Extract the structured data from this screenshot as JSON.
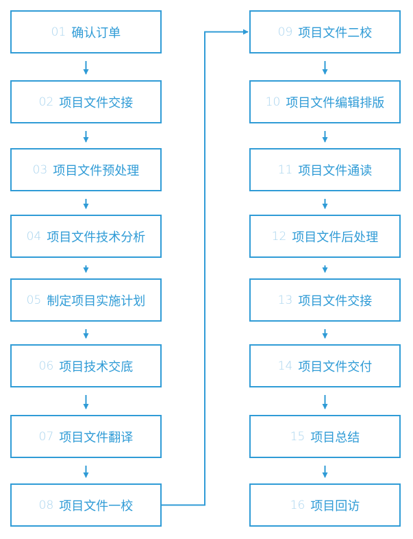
{
  "colors": {
    "accent": "#2f9bd6",
    "number": "#a9d4ee",
    "background": "#ffffff"
  },
  "steps": [
    {
      "num": "01",
      "label": "确认订单"
    },
    {
      "num": "02",
      "label": "项目文件交接"
    },
    {
      "num": "03",
      "label": "项目文件预处理"
    },
    {
      "num": "04",
      "label": "项目文件技术分析"
    },
    {
      "num": "05",
      "label": "制定项目实施计划"
    },
    {
      "num": "06",
      "label": "项目技术交底"
    },
    {
      "num": "07",
      "label": "项目文件翻译"
    },
    {
      "num": "08",
      "label": "项目文件一校"
    },
    {
      "num": "09",
      "label": "项目文件二校"
    },
    {
      "num": "10",
      "label": "项目文件编辑排版"
    },
    {
      "num": "11",
      "label": "项目文件通读"
    },
    {
      "num": "12",
      "label": "项目文件后处理"
    },
    {
      "num": "13",
      "label": "项目文件交接"
    },
    {
      "num": "14",
      "label": "项目文件交付"
    },
    {
      "num": "15",
      "label": "项目总结"
    },
    {
      "num": "16",
      "label": "项目回访"
    }
  ]
}
